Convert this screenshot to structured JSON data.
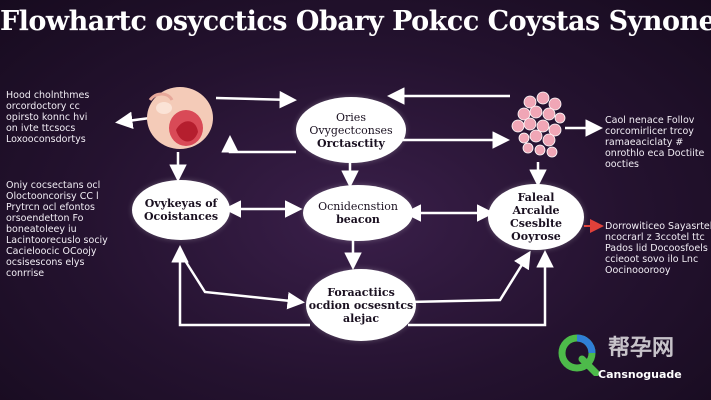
{
  "title": "Flowhartc osycctics Obary Pokcc Coystas Synones",
  "nodes": {
    "top": [
      "Ories",
      "Ovygectconses",
      "Orctasctity"
    ],
    "left": [
      "Ovykeyas of",
      "Ocoistances"
    ],
    "center": [
      "Ocnidecnstion",
      "beacon"
    ],
    "right": [
      "Faleal",
      "Arcalde Csesblte",
      "Ooyrose"
    ],
    "bottom": [
      "Foraactiics",
      "ocdion ocsesntcs",
      "alejac"
    ]
  },
  "text_blocks": {
    "top_left": [
      "Hood cholnthmes",
      "orcordoctory cc",
      "opirsto konnc hvi",
      "on ivte ttcsocs",
      "Loxooconsdortys"
    ],
    "mid_left": [
      "Oniy cocsectans ocl",
      "Oloctooncorisy CC l",
      "Prytrcn ocl efontos",
      "orsoendetton Fo",
      "boneatoleey iu",
      "Lacintoorecuslo sociy",
      "Cacieloocic OCoojy",
      "ocsisescons elys",
      "conrrise"
    ],
    "top_right": [
      "Caol nenace Follov",
      "corcomirlicer trcoy",
      "ramaeaciclaty #",
      "onrothlo eca Doctiite",
      "oocties"
    ],
    "bottom_right": [
      "Dorrowiticeo Sayasrtel",
      "ncocrarl z 3ccotel ttc",
      "Pados lid Docoosfoels",
      "ccieoot sovo ilo Lnc",
      "Oocinooorooy"
    ]
  },
  "watermark": {
    "cn": "帮孕网",
    "label": "Cansnoguade"
  },
  "colors": {
    "background": "#24122f",
    "arrow": "#ffffff",
    "red_arrow": "#e0413a",
    "cell": "#f0a6b6",
    "watermark_green": "#4dba4a",
    "watermark_blue": "#2f7fd6"
  },
  "icons": {
    "left_image": "stomach-illustration-icon",
    "right_image": "cell-cluster-icon",
    "watermark": "q-logo-icon"
  }
}
